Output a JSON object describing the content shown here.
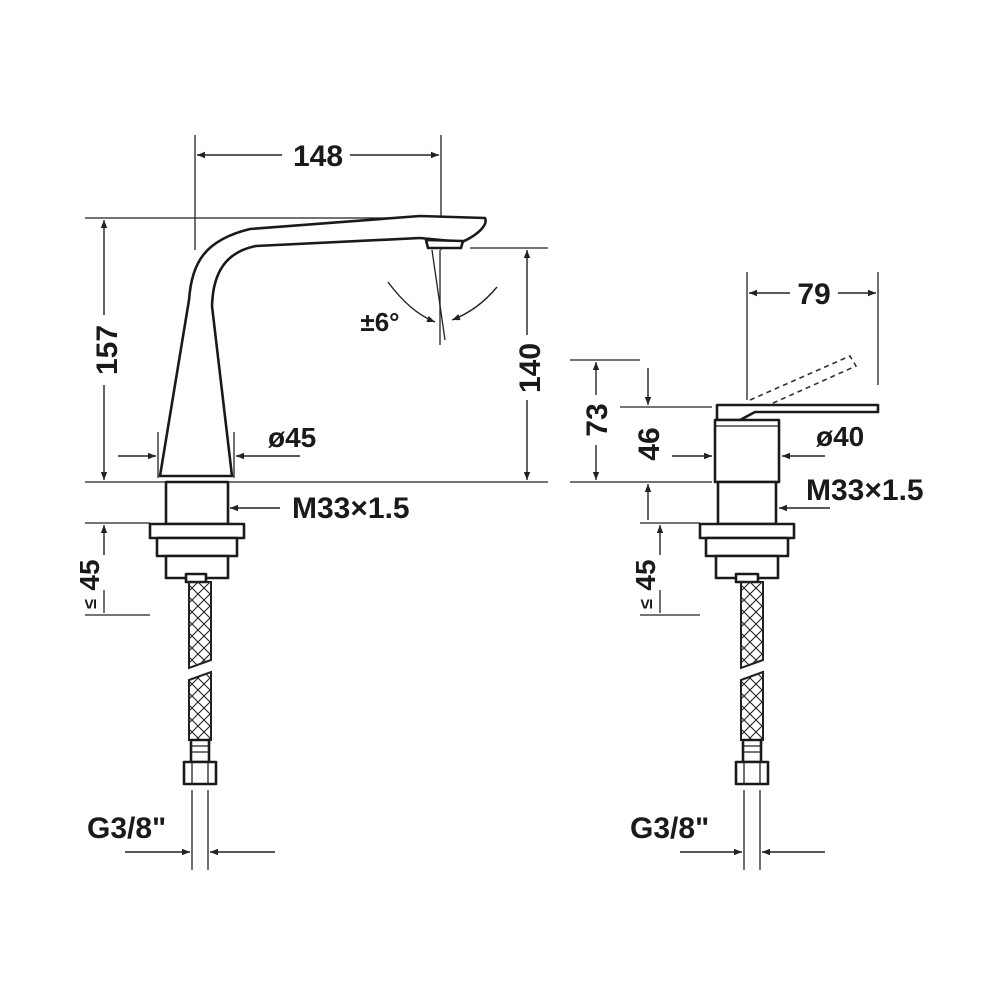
{
  "spout_faucet": {
    "width_dim": "148",
    "height_dim": "157",
    "outlet_height_dim": "140",
    "angle_dim": "±6°",
    "base_diameter": "ø45",
    "thread": "M33×1.5",
    "deck_thickness_value": "45",
    "deck_thickness_symbol": "≤",
    "connection": "G3/8\""
  },
  "mixer_control": {
    "lever_dim": "79",
    "height_dim": "73",
    "body_height_dim": "46",
    "body_diameter": "ø40",
    "thread": "M33×1.5",
    "deck_thickness_value": "45",
    "deck_thickness_symbol": "≤",
    "connection": "G3/8\""
  }
}
